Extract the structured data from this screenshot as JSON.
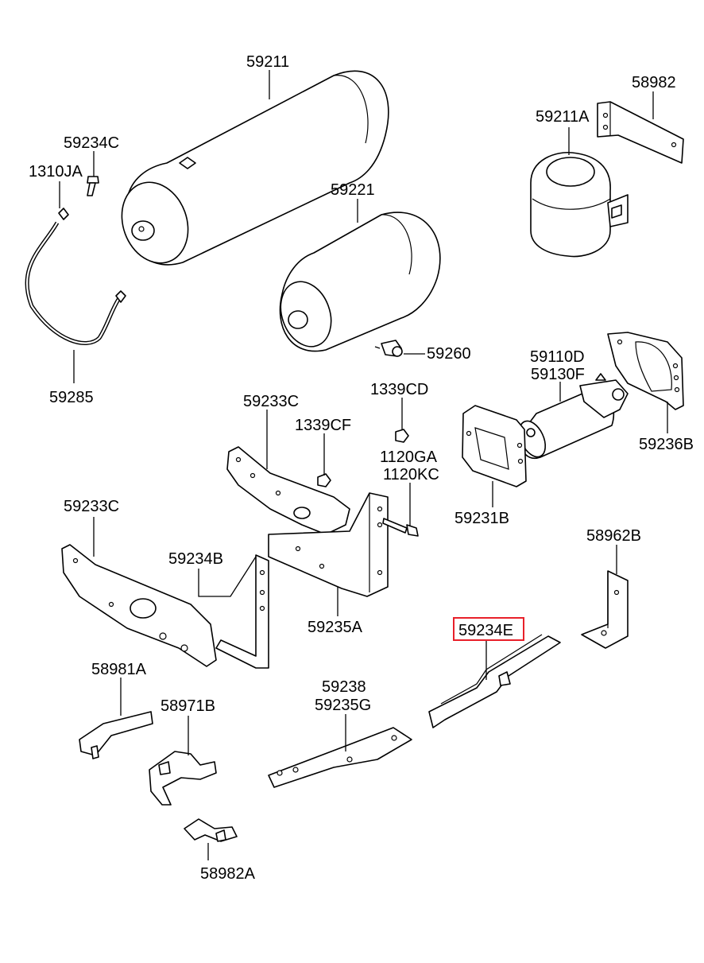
{
  "labels": {
    "p59211": "59211",
    "p58982": "58982",
    "p59211A": "59211A",
    "p59234C": "59234C",
    "p1310JA": "1310JA",
    "p59221": "59221",
    "p59260": "59260",
    "p59285": "59285",
    "p59110D": "59110D",
    "p59130F": "59130F",
    "p1339CD": "1339CD",
    "p59233C_top": "59233C",
    "p1339CF": "1339CF",
    "p1120GA": "1120GA",
    "p1120KC": "1120KC",
    "p59236B": "59236B",
    "p59231B": "59231B",
    "p59233C_left": "59233C",
    "p59234B": "59234B",
    "p58962B": "58962B",
    "p59235A": "59235A",
    "p59234E": "59234E",
    "p58981A": "58981A",
    "p59238": "59238",
    "p59235G": "59235G",
    "p58971B": "58971B",
    "p58982A": "58982A"
  },
  "highlight_color": "#e8202a",
  "highlighted_part": "59234E"
}
